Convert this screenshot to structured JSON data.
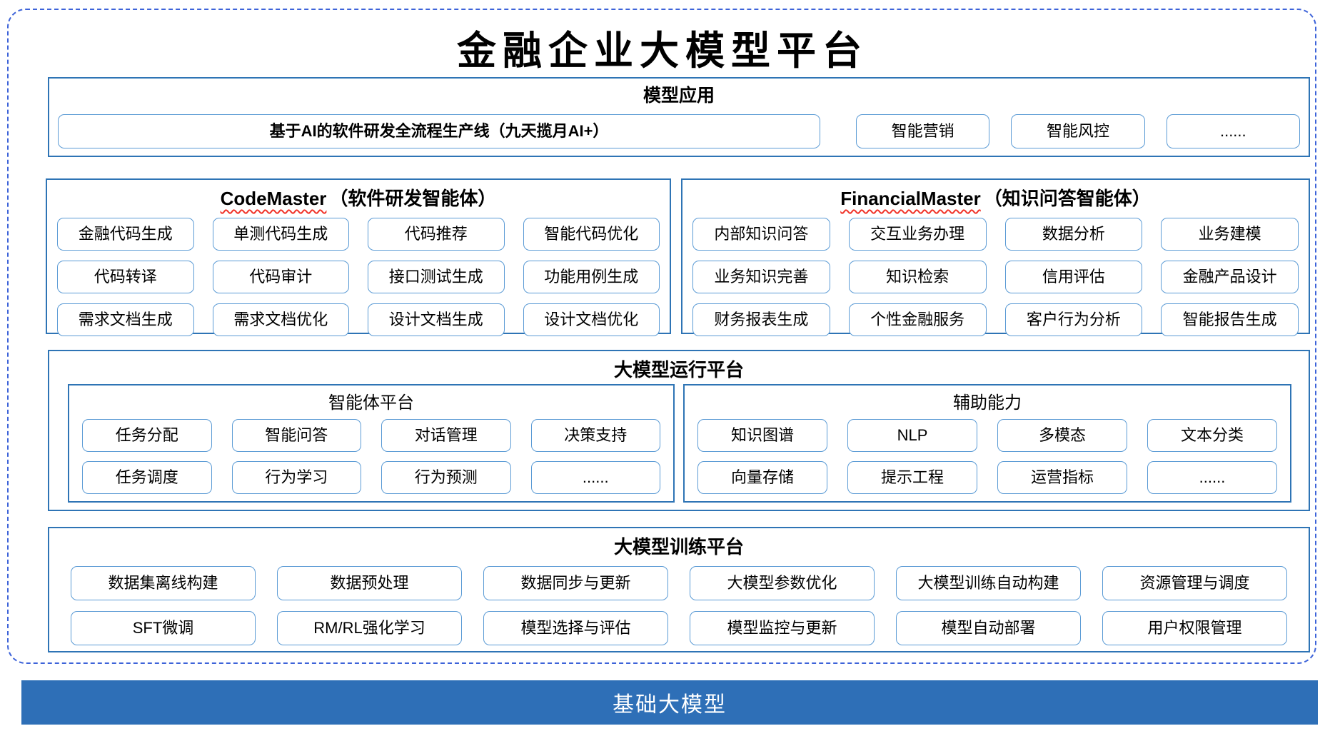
{
  "title": "金融企业大模型平台",
  "colors": {
    "outer_dashed_border": "#3D63D9",
    "section_border": "#2E74B5",
    "chip_border": "#5B9BD5",
    "base_bar_background": "#2E6FB7",
    "base_bar_text": "#FFFFFF",
    "squiggle_underline": "#F03228"
  },
  "model_applications": {
    "header": "模型应用",
    "primary_item": "基于AI的软件研发全流程生产线（九天揽月AI+）",
    "items": [
      "智能营销",
      "智能风控",
      "......"
    ]
  },
  "agents": [
    {
      "name_latin": "CodeMaster",
      "name_suffix": "（软件研发智能体）",
      "items": [
        "金融代码生成",
        "单测代码生成",
        "代码推荐",
        "智能代码优化",
        "代码转译",
        "代码审计",
        "接口测试生成",
        "功能用例生成",
        "需求文档生成",
        "需求文档优化",
        "设计文档生成",
        "设计文档优化"
      ]
    },
    {
      "name_latin": "FinancialMaster",
      "name_suffix": "（知识问答智能体）",
      "items": [
        "内部知识问答",
        "交互业务办理",
        "数据分析",
        "业务建模",
        "业务知识完善",
        "知识检索",
        "信用评估",
        "金融产品设计",
        "财务报表生成",
        "个性金融服务",
        "客户行为分析",
        "智能报告生成"
      ]
    }
  ],
  "runtime_platform": {
    "header": "大模型运行平台",
    "groups": [
      {
        "header": "智能体平台",
        "items": [
          "任务分配",
          "智能问答",
          "对话管理",
          "决策支持",
          "任务调度",
          "行为学习",
          "行为预测",
          "......"
        ]
      },
      {
        "header": "辅助能力",
        "items": [
          "知识图谱",
          "NLP",
          "多模态",
          "文本分类",
          "向量存储",
          "提示工程",
          "运营指标",
          "......"
        ]
      }
    ]
  },
  "training_platform": {
    "header": "大模型训练平台",
    "items": [
      "数据集离线构建",
      "数据预处理",
      "数据同步与更新",
      "大模型参数优化",
      "大模型训练自动构建",
      "资源管理与调度",
      "SFT微调",
      "RM/RL强化学习",
      "模型选择与评估",
      "模型监控与更新",
      "模型自动部署",
      "用户权限管理"
    ]
  },
  "base_model_bar": {
    "label": "基础大模型"
  }
}
